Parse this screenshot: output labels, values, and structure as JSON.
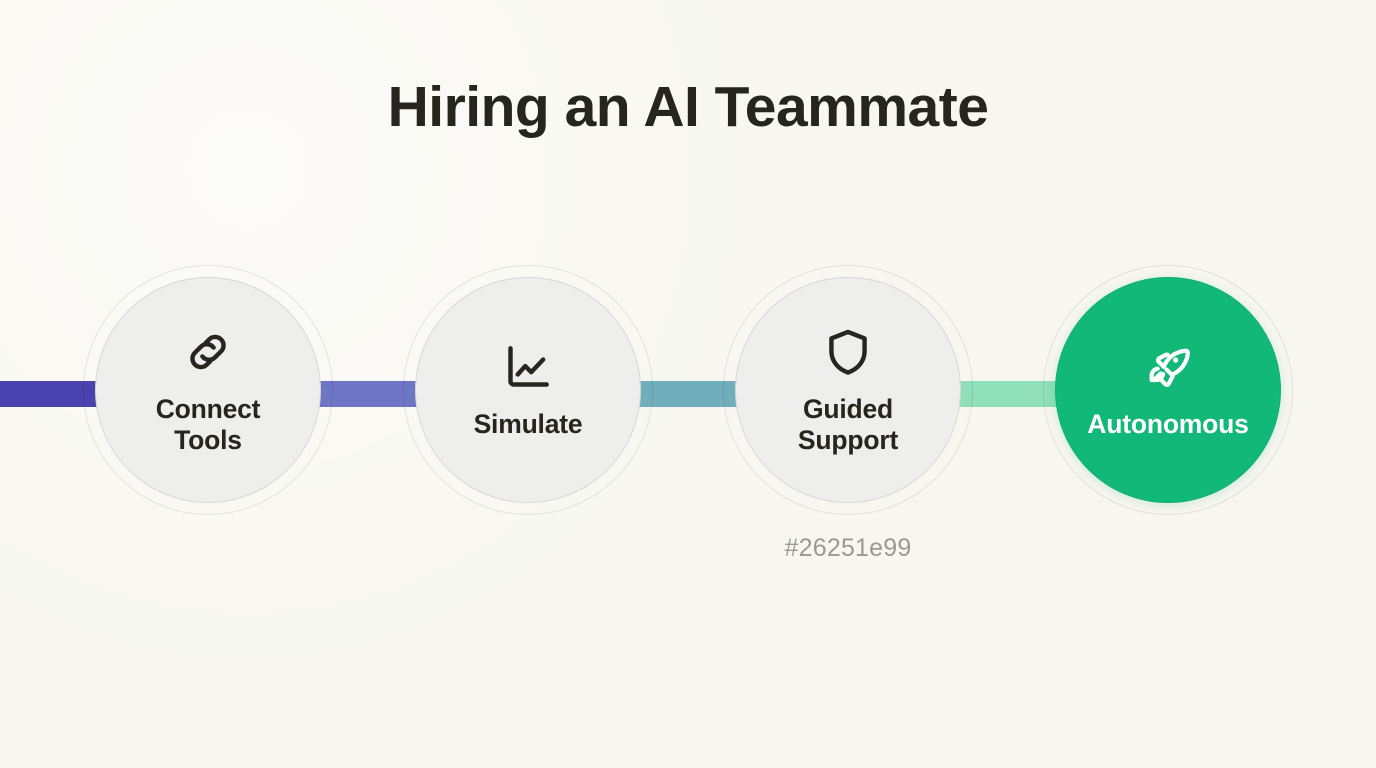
{
  "page": {
    "title": "Hiring an AI Teammate",
    "background_color": "#f7f6ef",
    "text_color": "#26251e",
    "caption": "#26251e99",
    "caption_color": "#9b9a90"
  },
  "flow": {
    "type": "horizontal-step-flow",
    "nodes": [
      {
        "id": "connect-tools",
        "label_lines": [
          "Connect",
          "Tools"
        ],
        "icon": "link-icon",
        "state": "inactive",
        "fill": "#eeeeec",
        "label_color": "#26251e"
      },
      {
        "id": "simulate",
        "label_lines": [
          "Simulate"
        ],
        "icon": "line-chart-icon",
        "state": "inactive",
        "fill": "#eeeeec",
        "label_color": "#26251e"
      },
      {
        "id": "guided-support",
        "label_lines": [
          "Guided",
          "Support"
        ],
        "icon": "shield-icon",
        "state": "inactive",
        "fill": "#eeeeec",
        "label_color": "#26251e"
      },
      {
        "id": "autonomous",
        "label_lines": [
          "Autonomous"
        ],
        "icon": "rocket-icon",
        "state": "active",
        "fill": "#11b877",
        "label_color": "#ffffff"
      }
    ],
    "connectors": [
      {
        "id": "connector-lead-in",
        "color": "#4a42ae"
      },
      {
        "id": "connector-1-2",
        "color": "#6e75c4"
      },
      {
        "id": "connector-2-3",
        "color": "#70aebb"
      },
      {
        "id": "connector-3-4",
        "color": "#8fdfba"
      }
    ]
  }
}
